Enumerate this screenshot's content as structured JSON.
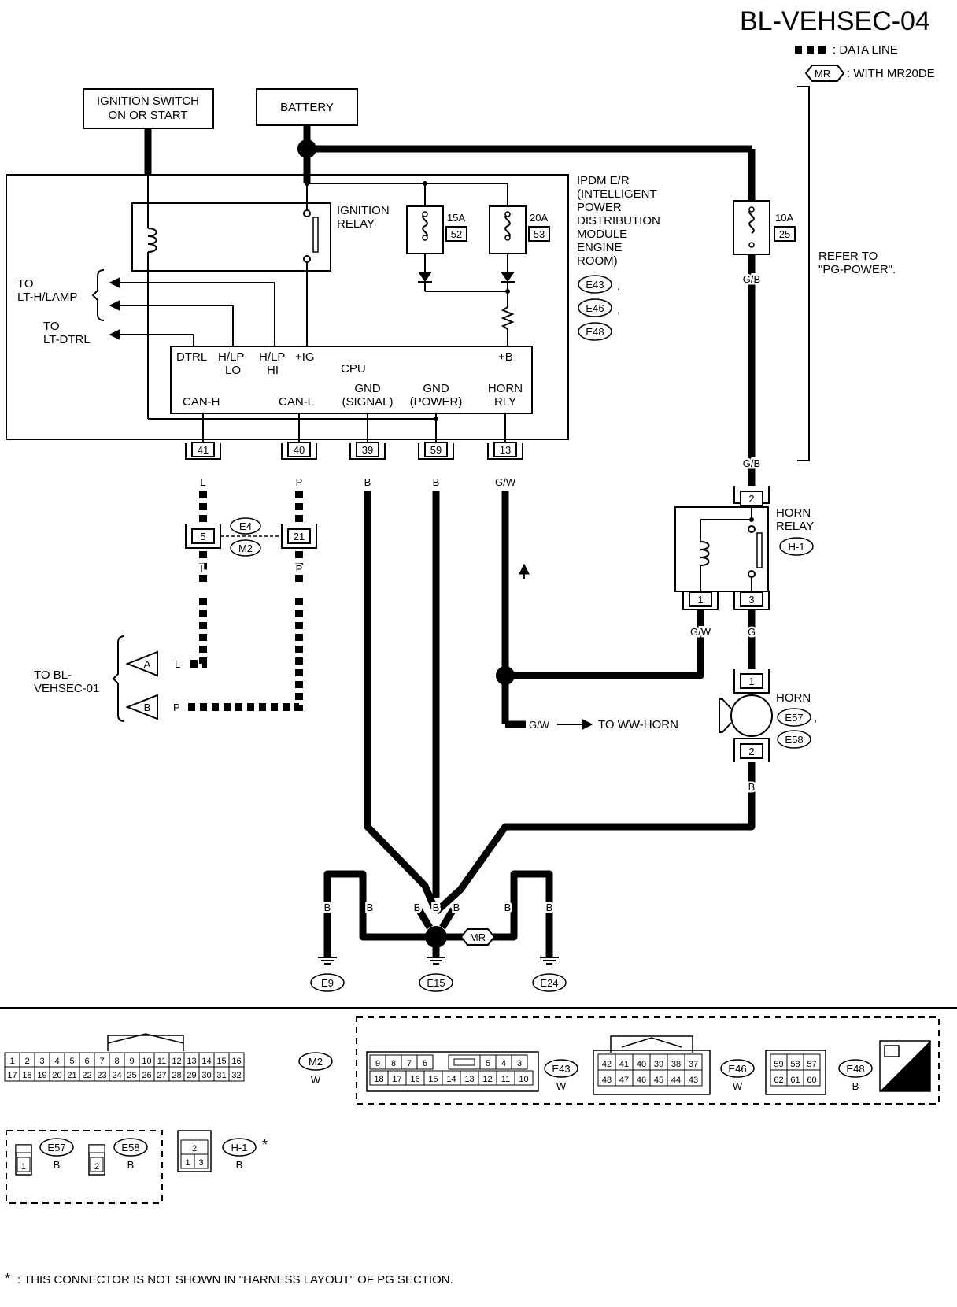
{
  "title": "BL-VEHSEC-04",
  "legend": {
    "data_line": ": DATA LINE",
    "mr_badge": "MR",
    "mr_text": ": WITH MR20DE"
  },
  "ignition_switch": {
    "line1": "IGNITION SWITCH",
    "line2": "ON OR START"
  },
  "battery": "BATTERY",
  "ipdm": {
    "lines": [
      "IPDM E/R",
      "(INTELLIGENT",
      "POWER",
      "DISTRIBUTION",
      "MODULE",
      "ENGINE",
      "ROOM)"
    ],
    "connectors": [
      "E43",
      "E46",
      "E48"
    ]
  },
  "ignition_relay": {
    "line1": "IGNITION",
    "line2": "RELAY"
  },
  "fuses": [
    {
      "amps": "15A",
      "num": "52"
    },
    {
      "amps": "20A",
      "num": "53"
    },
    {
      "amps": "10A",
      "num": "25"
    }
  ],
  "refer": {
    "line1": "REFER TO",
    "line2": "\"PG-POWER\"."
  },
  "to_lt_hlamp": {
    "line1": "TO",
    "line2": "LT-H/LAMP"
  },
  "to_lt_dtrl": {
    "line1": "TO",
    "line2": "LT-DTRL"
  },
  "cpu": {
    "label": "CPU",
    "dtrl": "DTRL",
    "hlp_lo": {
      "line1": "H/LP",
      "line2": "LO"
    },
    "hlp_hi": {
      "line1": "H/LP",
      "line2": "HI"
    },
    "ig": "+IG",
    "plus_b": "+B",
    "can_h": "CAN-H",
    "can_l": "CAN-L",
    "gnd_signal": {
      "line1": "GND",
      "line2": "(SIGNAL)"
    },
    "gnd_power": {
      "line1": "GND",
      "line2": "(POWER)"
    },
    "horn_rly": {
      "line1": "HORN",
      "line2": "RLY"
    }
  },
  "pins": [
    "41",
    "40",
    "39",
    "59",
    "13"
  ],
  "wire_colors": {
    "l": "L",
    "p": "P",
    "b": "B",
    "gw": "G/W",
    "gb": "G/B",
    "g": "G"
  },
  "joint": {
    "pin_l": "5",
    "pin_p": "21",
    "conn1": "E4",
    "conn2": "M2"
  },
  "to_bl": {
    "line1": "TO BL-",
    "line2": "VEHSEC-01",
    "a": "A",
    "b": "B"
  },
  "horn_relay": {
    "line1": "HORN",
    "line2": "RELAY",
    "conn": "H-1",
    "pin_top": "2",
    "pin_l": "1",
    "pin_r": "3"
  },
  "horn": {
    "label": "HORN",
    "conn1": "E57",
    "conn2": "E58",
    "pin_top": "1",
    "pin_bot": "2"
  },
  "to_ww_horn": "TO WW-HORN",
  "grounds": [
    "E9",
    "E15",
    "E24"
  ],
  "mr": "MR",
  "connectors": {
    "m2": {
      "name": "M2",
      "color": "W",
      "row1": [
        "1",
        "2",
        "3",
        "4",
        "5",
        "6",
        "7",
        "8",
        "9",
        "10",
        "11",
        "12",
        "13",
        "14",
        "15",
        "16"
      ],
      "row2": [
        "17",
        "18",
        "19",
        "20",
        "21",
        "22",
        "23",
        "24",
        "25",
        "26",
        "27",
        "28",
        "29",
        "30",
        "31",
        "32"
      ]
    },
    "e43": {
      "name": "E43",
      "color": "W",
      "row1": [
        "9",
        "8",
        "7",
        "6",
        "",
        "5",
        "4",
        "3"
      ],
      "row2": [
        "18",
        "17",
        "16",
        "15",
        "14",
        "13",
        "12",
        "11",
        "10"
      ]
    },
    "e46": {
      "name": "E46",
      "color": "W",
      "row1": [
        "42",
        "41",
        "40",
        "39",
        "38",
        "37"
      ],
      "row2": [
        "48",
        "47",
        "46",
        "45",
        "44",
        "43"
      ]
    },
    "e48": {
      "name": "E48",
      "color": "B",
      "row1": [
        "59",
        "58",
        "57"
      ],
      "row2": [
        "62",
        "61",
        "60"
      ]
    },
    "hs": "H.S.",
    "e57": {
      "name": "E57",
      "color": "B",
      "pin": "1"
    },
    "e58": {
      "name": "E58",
      "color": "B",
      "pin": "2"
    },
    "h1": {
      "name": "H-1",
      "color": "B",
      "top": "2",
      "bot": [
        "1",
        "3"
      ],
      "star": "*"
    }
  },
  "footnote": {
    "star": "*",
    "text": ": THIS CONNECTOR IS NOT SHOWN IN \"HARNESS LAYOUT\" OF PG SECTION."
  }
}
